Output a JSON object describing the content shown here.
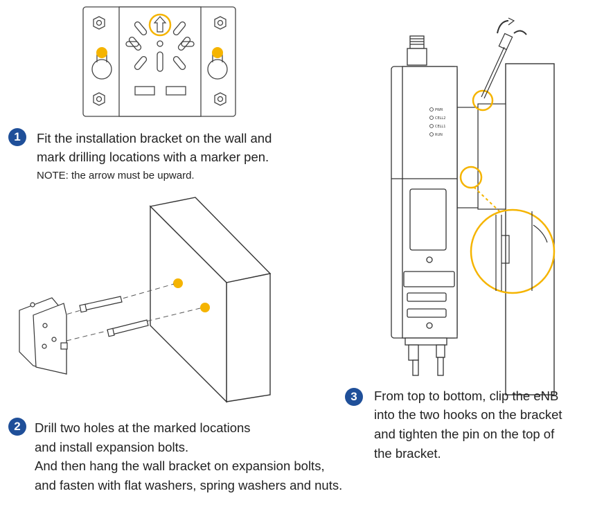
{
  "colors": {
    "badge": "#1f4f99",
    "highlight": "#f5b400",
    "line": "#333333"
  },
  "step1": {
    "number": "1",
    "line1": "Fit the installation bracket on the wall and",
    "line2": "mark drilling locations with a marker pen.",
    "note": "NOTE: the arrow must be upward."
  },
  "step2": {
    "number": "2",
    "line1": "Drill two holes at the marked locations",
    "line2": "and install expansion bolts.",
    "line3": "And then hang the wall bracket on expansion bolts,",
    "line4": "and fasten with  flat washers, spring washers and nuts."
  },
  "step3": {
    "number": "3",
    "line1": "From top to bottom, clip the eNB",
    "line2": "into the two hooks on  the bracket",
    "line3": "and tighten the pin on the top of",
    "line4": "the bracket."
  },
  "device_leds": [
    "PWR",
    "CELL2",
    "CELL1",
    "RUN"
  ]
}
